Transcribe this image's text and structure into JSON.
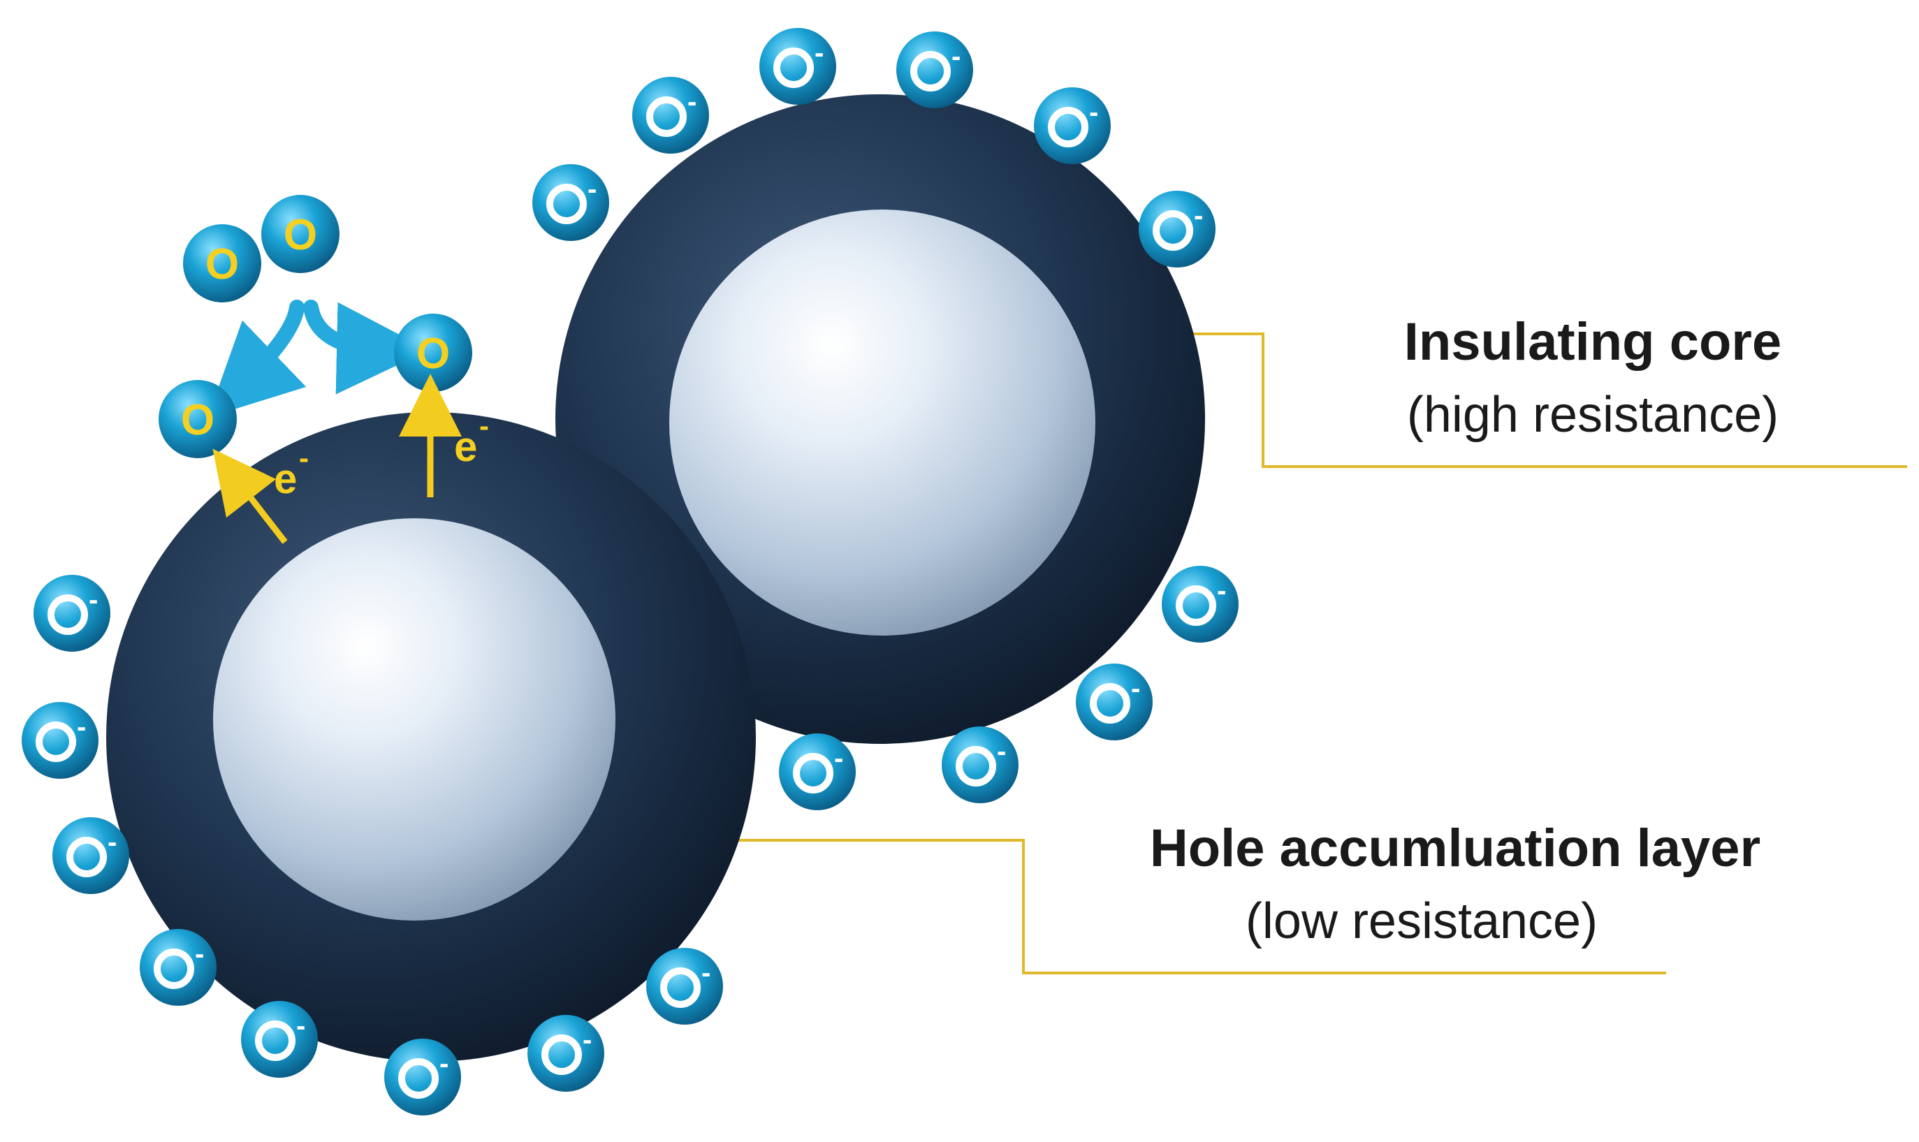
{
  "labels": {
    "core_title": "Insulating core",
    "core_sub": "(high resistance)",
    "shell_title": "Hole accumluation layer",
    "shell_sub": "(low resistance)"
  },
  "ion": {
    "symbol": "O",
    "charge": "-"
  },
  "molecule": {
    "symbol": "O"
  },
  "electron": {
    "symbol": "e",
    "charge": "-"
  },
  "colors": {
    "shell": "#1f3550",
    "core": "#c3d4e6",
    "ion": "#1aa3d6",
    "leader_line": "#e0b82a",
    "electron_arrow": "#f2cc1f",
    "reaction_arrow": "#26a9dc"
  }
}
